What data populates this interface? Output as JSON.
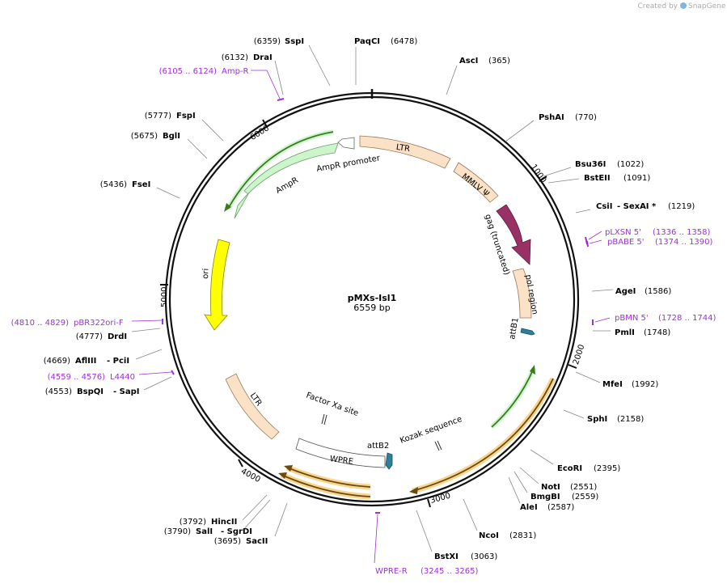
{
  "watermark": {
    "prefix": "Created by",
    "brand": "SnapGene"
  },
  "plasmid": {
    "name": "pMXs-Isl1",
    "length": "6559 bp"
  },
  "ticks": [
    "1000",
    "2000",
    "3000",
    "4000",
    "5000",
    "6000"
  ],
  "sites_left": [
    {
      "pos": "(6359)",
      "name": "SspI"
    },
    {
      "pos": "(6132)",
      "name": "DraI"
    },
    {
      "pos": "(5777)",
      "name": "FspI"
    },
    {
      "pos": "(5675)",
      "name": "BglI"
    },
    {
      "pos": "(5436)",
      "name": "FseI"
    },
    {
      "pos": "(4777)",
      "name": "DrdI"
    },
    {
      "pos": "(4669)",
      "name": "AflIII",
      "name2": "- PciI"
    },
    {
      "pos": "(4553)",
      "name": "BspQI",
      "name2": "- SapI"
    },
    {
      "pos": "(3792)",
      "name": "HincII"
    },
    {
      "pos": "(3790)",
      "name": "SalI",
      "name2": "- SgrDI"
    },
    {
      "pos": "(3695)",
      "name": "SacII"
    }
  ],
  "sites_right": [
    {
      "name": "PaqCI",
      "pos": "(6478)"
    },
    {
      "name": "AscI",
      "pos": "(365)"
    },
    {
      "name": "PshAI",
      "pos": "(770)"
    },
    {
      "name": "Bsu36I",
      "pos": "(1022)"
    },
    {
      "name": "BstEII",
      "pos": "(1091)"
    },
    {
      "name": "CsiI",
      "name2": "- SexAI *",
      "pos": "(1219)"
    },
    {
      "name": "AgeI",
      "pos": "(1586)"
    },
    {
      "name": "PmlI",
      "pos": "(1748)"
    },
    {
      "name": "MfeI",
      "pos": "(1992)"
    },
    {
      "name": "SphI",
      "pos": "(2158)"
    },
    {
      "name": "EcoRI",
      "pos": "(2395)"
    },
    {
      "name": "NotI",
      "pos": "(2551)"
    },
    {
      "name": "BmgBI",
      "pos": "(2559)"
    },
    {
      "name": "AleI",
      "pos": "(2587)"
    },
    {
      "name": "NcoI",
      "pos": "(2831)"
    },
    {
      "name": "BstXI",
      "pos": "(3063)"
    }
  ],
  "primers": [
    {
      "pos": "(6105 .. 6124)",
      "name": "Amp-R"
    },
    {
      "name": "pLXSN 5'",
      "pos": "(1336 .. 1358)"
    },
    {
      "name": "pBABE 5'",
      "pos": "(1374 .. 1390)"
    },
    {
      "name": "pBMN 5'",
      "pos": "(1728 .. 1744)"
    },
    {
      "pos": "(4810 .. 4829)",
      "name": "pBR322ori-F"
    },
    {
      "pos": "(4559 .. 4576)",
      "name": "L4440"
    },
    {
      "name": "WPRE-R",
      "pos": "(3245 .. 3265)"
    }
  ],
  "features": {
    "ltr_top": "LTR",
    "mmlv_psi": "MMLV Ψ",
    "gag": "gag (truncated)",
    "pol": "pol region",
    "attb1": "attB1",
    "ampr_promoter": "AmpR promoter",
    "ampr": "AmpR",
    "ori": "ori",
    "ltr_bottom": "LTR",
    "factor_xa": "Factor Xa site",
    "wpre": "WPRE",
    "attb2": "attB2",
    "kozak": "Kozak sequence"
  },
  "colors": {
    "ltr": "#fbe1c6",
    "gag": "#983164",
    "ampr": "#cdf5cb",
    "ori": "#ffff00",
    "attb": "#2e7f98",
    "primer": "#9b30d9",
    "orf_glow": "#f8d48e"
  }
}
